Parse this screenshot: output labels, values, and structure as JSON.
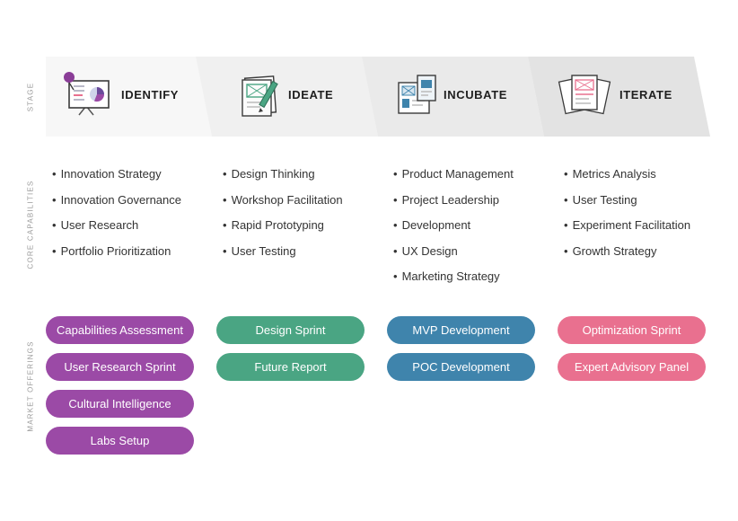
{
  "row_labels": {
    "stage": "STAGE",
    "core": "CORE CAPABILITIES",
    "offerings": "MARKET OFFERINGS"
  },
  "colors": {
    "identify": "#9b4aa6",
    "ideate": "#4aa583",
    "incubate": "#3f84ac",
    "iterate": "#e9708f"
  },
  "stages": [
    {
      "title": "IDENTIFY",
      "icon": "presentation-board-icon",
      "capabilities": [
        "Innovation Strategy",
        "Innovation Governance",
        "User Research",
        "Portfolio Prioritization"
      ],
      "offerings": [
        "Capabilities Assessment",
        "User Research Sprint",
        "Cultural Intelligence",
        "Labs Setup"
      ]
    },
    {
      "title": "IDEATE",
      "icon": "sketch-pencil-icon",
      "capabilities": [
        "Design Thinking",
        "Workshop Facilitation",
        "Rapid Prototyping",
        "User Testing"
      ],
      "offerings": [
        "Design Sprint",
        "Future Report"
      ]
    },
    {
      "title": "INCUBATE",
      "icon": "wireframe-screens-icon",
      "capabilities": [
        "Product Management",
        "Project Leadership",
        "Development",
        "UX Design",
        "Marketing Strategy"
      ],
      "offerings": [
        "MVP Development",
        "POC Development"
      ]
    },
    {
      "title": "ITERATE",
      "icon": "layered-pages-icon",
      "capabilities": [
        "Metrics Analysis",
        "User Testing",
        "Experiment Facilitation",
        "Growth Strategy"
      ],
      "offerings": [
        "Optimization Sprint",
        "Expert Advisory Panel"
      ]
    }
  ]
}
